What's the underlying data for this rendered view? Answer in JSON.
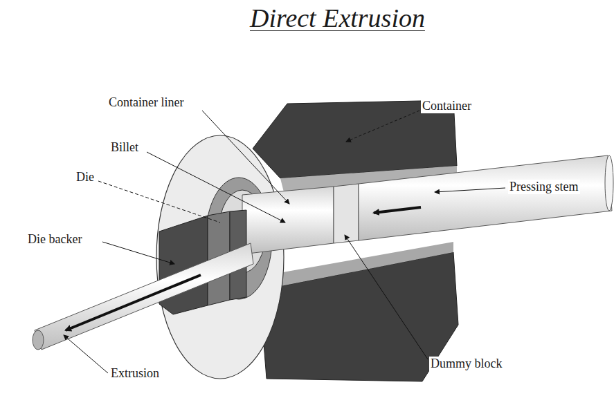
{
  "diagram": {
    "title": "Direct Extrusion",
    "labels": [
      "Container liner",
      "Container",
      "Billet",
      "Die",
      "Pressing stem",
      "Die backer",
      "Extrusion",
      "Dummy block"
    ]
  }
}
